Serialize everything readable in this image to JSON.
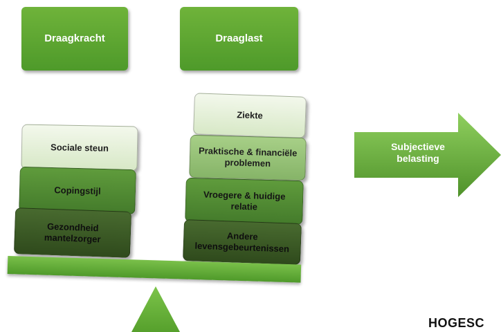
{
  "headers": {
    "draagkracht": "Draagkracht",
    "draaglast": "Draaglast"
  },
  "left_stack": [
    "Sociale steun",
    "Copingstijl",
    "Gezondheid mantelzorger"
  ],
  "right_stack": [
    "Ziekte",
    "Praktische & financiële problemen",
    "Vroegere & huidige relatie",
    "Andere levensgebeurtenissen"
  ],
  "outcome_arrow": "Subjectieve belasting",
  "logo_text": "HOGESC",
  "colors": {
    "header_green": "#5ea832",
    "light_block": "#e6f1da",
    "mid_block": "#96c177",
    "green_block": "#538a35",
    "dark_block": "#3c5a26",
    "beam": "#66b03c",
    "fulcrum": "#63b036",
    "arrow": "#6aa93e"
  }
}
